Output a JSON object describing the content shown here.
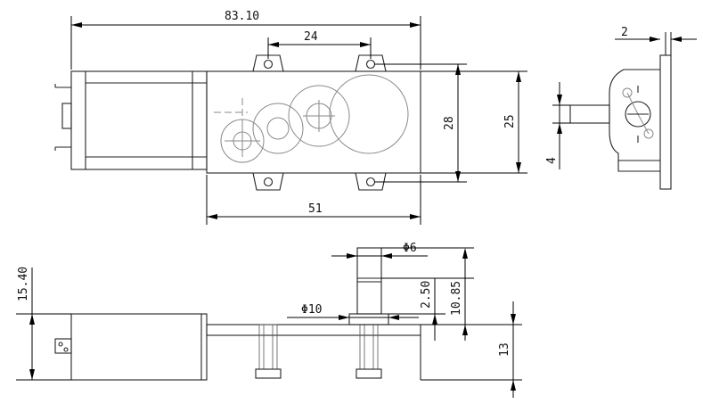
{
  "dimensions": {
    "overall_length": "83.10",
    "mount_hole_spacing": "24",
    "body_height": "28",
    "mount_span": "25",
    "gearbox_length": "51",
    "flange_thickness": "2",
    "shaft_offset": "4",
    "motor_height": "15.40",
    "shaft_diameter": "Φ6",
    "collar_diameter": "Φ10",
    "collar_height": "2.50",
    "shaft_height": "10.85",
    "gearbox_height": "13"
  }
}
